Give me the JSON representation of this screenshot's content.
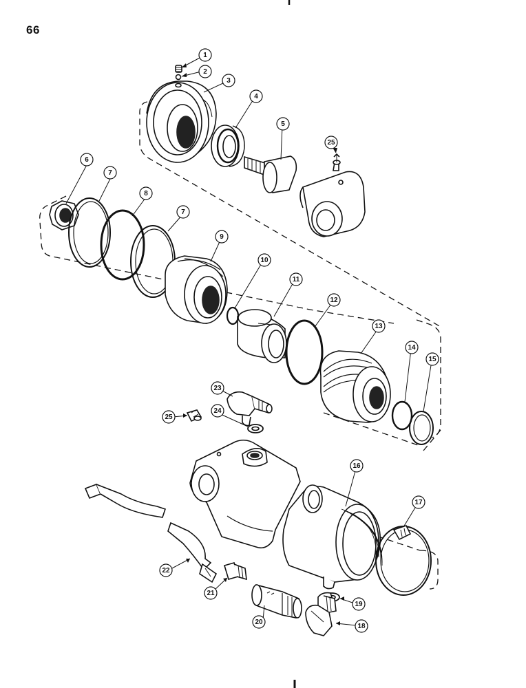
{
  "page": {
    "number": "66"
  },
  "callouts": [
    {
      "label": "1"
    },
    {
      "label": "2"
    },
    {
      "label": "3"
    },
    {
      "label": "4"
    },
    {
      "label": "5"
    },
    {
      "label": "25"
    },
    {
      "label": "6"
    },
    {
      "label": "7"
    },
    {
      "label": "8"
    },
    {
      "label": "7"
    },
    {
      "label": "9"
    },
    {
      "label": "10"
    },
    {
      "label": "11"
    },
    {
      "label": "12"
    },
    {
      "label": "13"
    },
    {
      "label": "14"
    },
    {
      "label": "15"
    },
    {
      "label": "23"
    },
    {
      "label": "25"
    },
    {
      "label": "24"
    },
    {
      "label": "16"
    },
    {
      "label": "17"
    },
    {
      "label": "22"
    },
    {
      "label": "21"
    },
    {
      "label": "20"
    },
    {
      "label": "19"
    },
    {
      "label": "18"
    }
  ]
}
